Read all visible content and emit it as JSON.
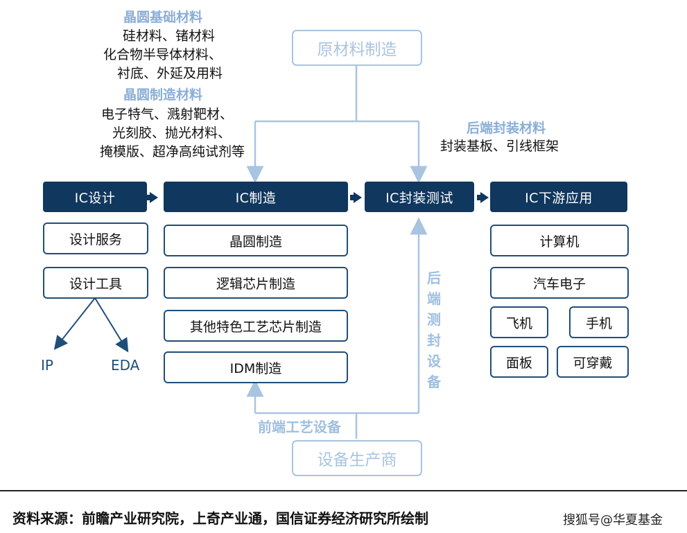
{
  "materials": {
    "wafer_base_heading": "晶圆基础材料",
    "wafer_base_lines": [
      "硅材料、锗材料",
      "化合物半导体材料、",
      "衬底、外延及用料"
    ],
    "wafer_mfg_heading": "晶圆制造材料",
    "wafer_mfg_lines": [
      "电子特气、溅射靶材、",
      "光刻胶、抛光材料、",
      "掩模版、超净高纯试剂等"
    ],
    "backend_heading": "后端封装材料",
    "backend_line": "封装基板、引线框架"
  },
  "top_box": "原材料制造",
  "bottom_box": "设备生产商",
  "columns": {
    "design": {
      "header": "IC设计",
      "items": [
        "设计服务",
        "设计工具"
      ],
      "leaves": [
        "IP",
        "EDA"
      ]
    },
    "manufacturing": {
      "header": "IC制造",
      "items": [
        "晶圆制造",
        "逻辑芯片制造",
        "其他特色工艺芯片制造",
        "IDM制造"
      ]
    },
    "packaging": {
      "header": "IC封装测试",
      "side_label": "后端测封设备"
    },
    "downstream": {
      "header": "IC下游应用",
      "items": [
        "计算机",
        "汽车电子"
      ],
      "pairs": [
        [
          "飞机",
          "手机"
        ],
        [
          "面板",
          "可穿戴"
        ]
      ]
    }
  },
  "frontend_label": "前端工艺设备",
  "footer": "资料来源：前瞻产业研究院，上奇产业通，国信证券经济研究所绘制",
  "watermark": "搜狐号@华夏基金",
  "colors": {
    "dark_navy": "#10375e",
    "item_border": "#1f4e79",
    "light_blue": "#a9c4e1",
    "heading_blue": "#8aaed6"
  }
}
